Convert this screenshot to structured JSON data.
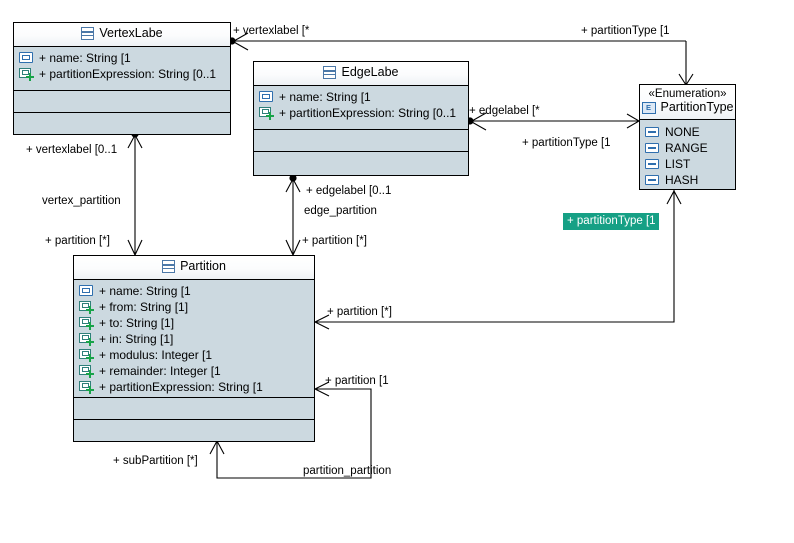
{
  "diagram": {
    "kind": "uml-class-diagram",
    "colors": {
      "box_fill": "#ccd9e0",
      "header_fill": "#ffffff",
      "border": "#000000",
      "selection_highlight": "#16a085",
      "selection_text": "#ffffff",
      "icon_blue": "#2f6fae",
      "icon_green": "#18a349"
    }
  },
  "classes": {
    "vertex_label": {
      "name": "VertexLabe",
      "icon": "class-icon",
      "attributes": [
        {
          "icon": "attribute-icon",
          "text": "+ name: String [1"
        },
        {
          "icon": "attribute-added-icon",
          "text": "+ partitionExpression: String [0..1"
        }
      ],
      "empty_compartments": 2
    },
    "edge_label": {
      "name": "EdgeLabe",
      "icon": "class-icon",
      "attributes": [
        {
          "icon": "attribute-icon",
          "text": "+ name: String [1"
        },
        {
          "icon": "attribute-added-icon",
          "text": "+ partitionExpression: String [0..1"
        }
      ],
      "empty_compartments": 2
    },
    "partition": {
      "name": "Partition",
      "icon": "class-icon",
      "attributes": [
        {
          "icon": "attribute-icon",
          "text": "+ name: String [1"
        },
        {
          "icon": "attribute-added-icon",
          "text": "+ from: String [1]"
        },
        {
          "icon": "attribute-added-icon",
          "text": "+ to: String [1]"
        },
        {
          "icon": "attribute-added-icon",
          "text": "+ in: String [1]"
        },
        {
          "icon": "attribute-added-icon",
          "text": "+ modulus: Integer [1"
        },
        {
          "icon": "attribute-added-icon",
          "text": "+ remainder: Integer [1"
        },
        {
          "icon": "attribute-added-icon",
          "text": "+ partitionExpression: String [1"
        }
      ],
      "empty_compartments": 2
    }
  },
  "enumeration": {
    "stereotype": "«Enumeration»",
    "name": "PartitionType",
    "icon": "enumeration-icon",
    "literals": [
      {
        "icon": "enum-literal-icon",
        "text": "NONE"
      },
      {
        "icon": "enum-literal-icon",
        "text": "RANGE"
      },
      {
        "icon": "enum-literal-icon",
        "text": "LIST"
      },
      {
        "icon": "enum-literal-icon",
        "text": "HASH"
      }
    ]
  },
  "edge_labels": {
    "vertexlabel_star": "+ vertexlabel [*",
    "partitiontype_top": "+ partitionType [1",
    "edgelabel_star": "+ edgelabel [*",
    "partitiontype_middle": "+ partitionType [1",
    "vertexlabel_01": "+ vertexlabel [0..1",
    "vertex_partition": "vertex_partition",
    "partition_star_left": "+ partition [*]",
    "edgelabel_01": "+ edgelabel [0..1",
    "edge_partition": "edge_partition",
    "partition_star_mid": "+ partition [*]",
    "partitiontype_selected": "+ partitionType [1",
    "partition_star_right": "+ partition [*]",
    "partition_one": "+ partition [1",
    "subpartition_star": "+ subPartition [*]",
    "partition_partition": "partition_partition"
  }
}
